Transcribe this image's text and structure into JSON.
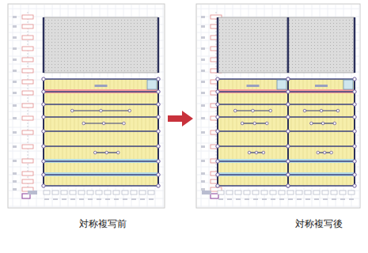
{
  "diagram": {
    "nodes": [
      {
        "text": [
          "対称複写前"
        ]
      },
      {
        "text": [
          "対称複写後"
        ]
      }
    ],
    "edges": [
      {
        "from": 0,
        "to": 1,
        "arrow": "to"
      }
    ]
  }
}
